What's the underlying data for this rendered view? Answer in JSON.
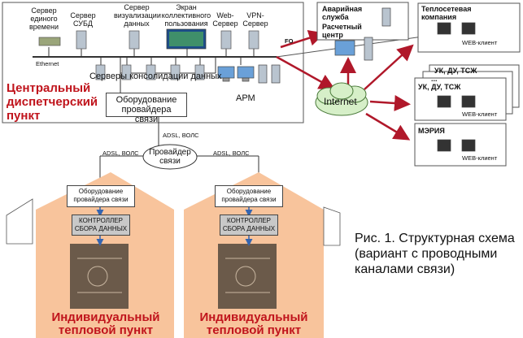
{
  "central": {
    "title_line1": "Центральный",
    "title_line2": "диспетчерский",
    "title_line3": "пункт",
    "ethernet": "Ethernet",
    "fo": "FO",
    "servers_label": "Серверы консолидации данных",
    "arm": "АРМ",
    "provider_equipment": "Оборудование провайдера связи",
    "devices": [
      {
        "label": "Сервер единого времени"
      },
      {
        "label": "Сервер СУБД"
      },
      {
        "label": "Сервер визуализации данных"
      },
      {
        "label": "Экран коллективного пользования"
      },
      {
        "label": "Web-Сервер"
      },
      {
        "label": "VPN-Сервер"
      }
    ]
  },
  "remote": {
    "emergency": "Аварийная служба",
    "settlement": "Расчетный центр",
    "heat_company": "Теплосетевая компания",
    "uk_back": "УК, ДУ, ТСЖ",
    "uk_dots": "...",
    "uk_front": "УК, ДУ, ТСЖ",
    "city_hall": "МЭРИЯ",
    "web_client": "WEB-клиент",
    "internet": "Internet"
  },
  "provider": {
    "label": "Провайдер связи",
    "link_top": "ADSL, ВОЛС",
    "link_left": "ADSL, ВОЛС",
    "link_right": "ADSL, ВОЛС"
  },
  "substations": [
    {
      "equipment": "Оборудование провайдера связи",
      "controller": "КОНТРОЛЛЕР СБОРА ДАННЫХ",
      "title_line1": "Индивидуальный",
      "title_line2": "тепловой пункт"
    },
    {
      "equipment": "Оборудование провайдера связи",
      "controller": "КОНТРОЛЛЕР СБОРА ДАННЫХ",
      "title_line1": "Индивидуальный",
      "title_line2": "тепловой пункт"
    }
  ],
  "caption": {
    "line1": "Рис. 1. Структурная схема",
    "line2": "(вариант с проводными",
    "line3": "каналами связи)"
  },
  "colors": {
    "house": "#f8c49c",
    "title_red": "#c0141c",
    "arrow_red": "#b0182a",
    "arrow_blue": "#3565b0",
    "cloud": "#d6efc8",
    "controller_gray": "#c8c8c8"
  }
}
